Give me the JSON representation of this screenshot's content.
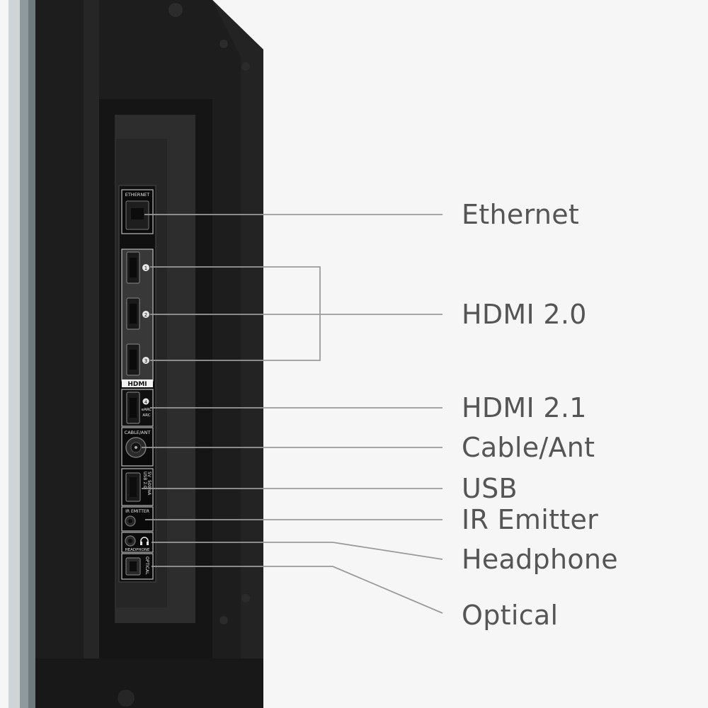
{
  "labels": {
    "ethernet": "Ethernet",
    "hdmi20": "HDMI 2.0",
    "hdmi21": "HDMI 2.1",
    "cable": "Cable/Ant",
    "usb": "USB",
    "ir": "IR Emitter",
    "headphone": "Headphone",
    "optical": "Optical"
  },
  "panel": {
    "ethernet": "ETHERNET",
    "hdmi_logo": "HDMI",
    "hdmi1": "1",
    "hdmi2": "2",
    "hdmi3": "3",
    "hdmi4": "4",
    "earc": "eARC",
    "arc": "ARC",
    "cable": "CABLE/ANT",
    "usb1": "USB 2.0",
    "usb2": "5V",
    "usb3": "500mA",
    "ir": "IR EMITTER",
    "headphone": "HEADPHONE",
    "optical": "OPTICAL"
  },
  "colors": {
    "background": "#f6f6f6",
    "tv_body": "#1c1c1c",
    "callout_line": "#9a9a9a",
    "callout_text": "#555555"
  }
}
